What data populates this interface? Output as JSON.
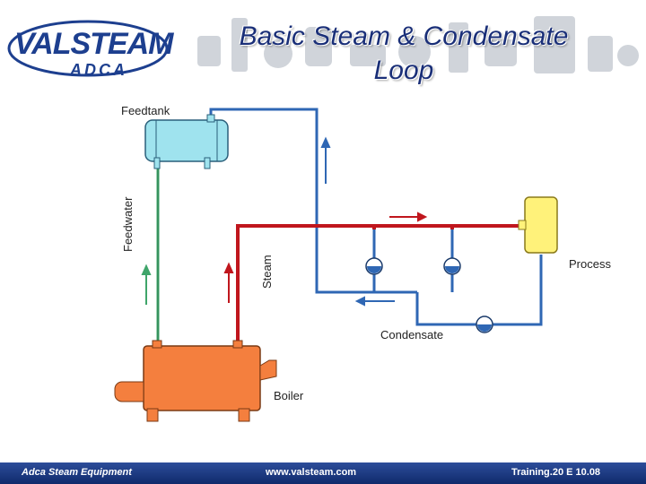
{
  "header": {
    "logo_main": "VALSTEAM",
    "logo_sub": "ADCA",
    "title_line1": "Basic Steam & Condensate",
    "title_line2": "Loop"
  },
  "labels": {
    "feedtank": "Feedtank",
    "feedwater": "Feedwater",
    "steam": "Steam",
    "process": "Process",
    "condensate": "Condensate",
    "boiler": "Boiler"
  },
  "footer": {
    "left": "Adca Steam Equipment",
    "center": "www.valsteam.com",
    "right": "Training.20 E 10.08"
  },
  "colors": {
    "steam_pipe": "#c0161d",
    "condensate_pipe": "#2f67b4",
    "feedwater_pipe": "#3fa56a",
    "feedtank_fill": "#9fe3ee",
    "boiler_fill": "#f47f3e",
    "process_fill": "#fff27a",
    "footer_bg": "#1d3a85",
    "title_color": "#1a2f78"
  }
}
